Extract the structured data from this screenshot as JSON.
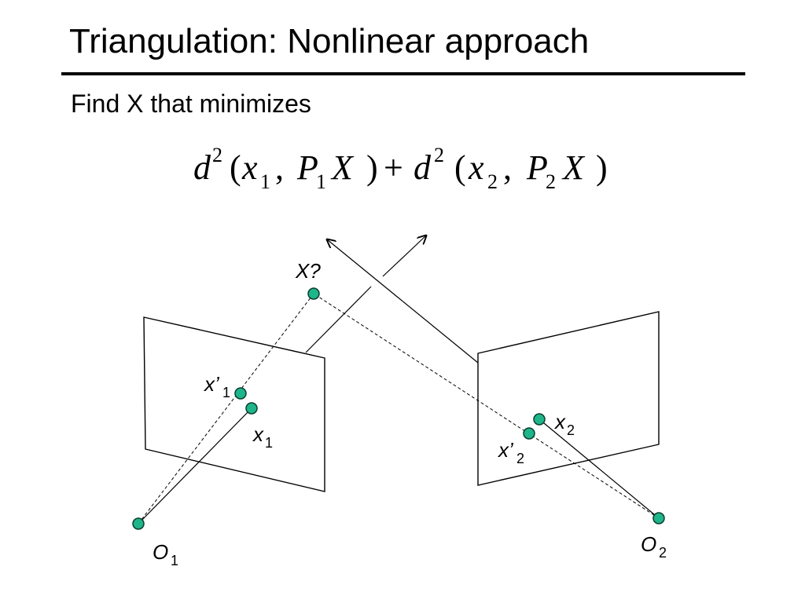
{
  "slide": {
    "title": "Triangulation: Nonlinear approach",
    "bullet": "Find X that minimizes"
  },
  "equation": {
    "d": "d",
    "sq": "2",
    "open": "(",
    "x": "x",
    "one": "1",
    "two": "2",
    "comma": ",",
    "P": "P",
    "X": "X",
    "close": ")",
    "plus": "+"
  },
  "labels": {
    "X_query": "X?",
    "x_prime": "x’",
    "x": "x",
    "O": "O",
    "sub1": "1",
    "sub2": "2"
  },
  "colors": {
    "point_fill": "#1fb58a",
    "point_stroke": "#0b3d2e"
  }
}
